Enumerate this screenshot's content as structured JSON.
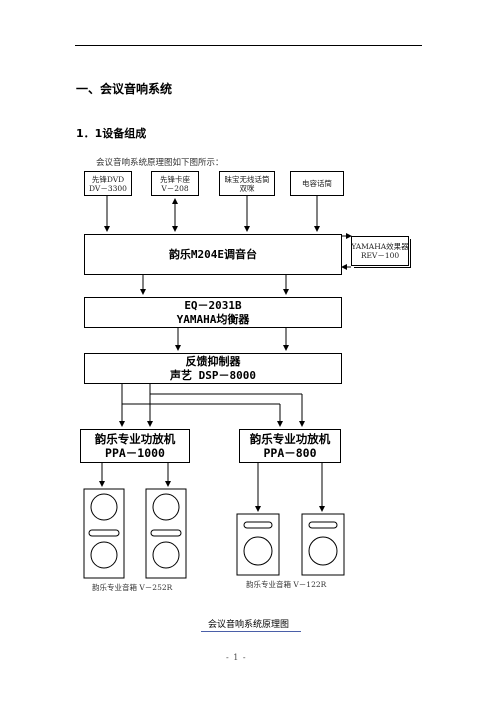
{
  "heading": "一、会议音响系统",
  "subheading": "1．1设备组成",
  "intro": "会议音响系统原理图如下图所示：",
  "diagram": {
    "sources": [
      {
        "line1": "先锋DVD",
        "line2": "DV－3300"
      },
      {
        "line1": "先锋卡座",
        "line2": "V－208"
      },
      {
        "line1": "昧宝无线话筒",
        "line2": "双咪"
      },
      {
        "line1": "电容话筒",
        "line2": ""
      }
    ],
    "mixer": "韵乐M204E调音台",
    "effect": {
      "line1": "YAMAHA效果器",
      "line2": "REV－100"
    },
    "equalizer": {
      "line1": "EQ－2031B",
      "line2": "YAMAHA均衡器"
    },
    "feedback": {
      "line1": "反馈抑制器",
      "line2": "声艺 DSP－8000"
    },
    "amp_left": {
      "line1": "韵乐专业功放机",
      "line2": "PPA－1000"
    },
    "amp_right": {
      "line1": "韵乐专业功放机",
      "line2": "PPA－800"
    },
    "speaker_left_caption": "韵乐专业音箱 V－252R",
    "speaker_right_caption": "韵乐专业音箱 V－122R"
  },
  "figure_caption": "会议音响系统原理图",
  "page_number": "- 1 -"
}
